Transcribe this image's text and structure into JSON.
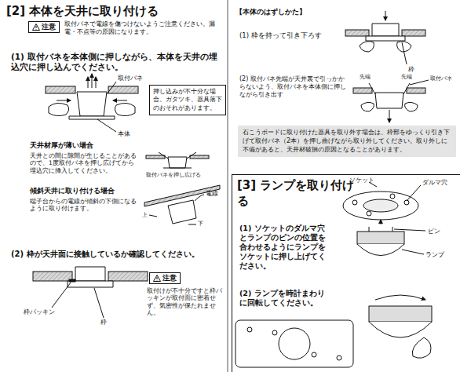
{
  "diagram": {
    "title": "[2] 本体を天井に取り付ける",
    "nodes": [
      {
        "text": [
          "注意"
        ]
      },
      {
        "text": [
          "押し込みが不十分な場合、ガタツキ、器具落下のおそれがあります。"
        ]
      },
      {
        "text": [
          "注意"
        ]
      },
      {
        "text": [
          "石こうボードに取り付けた器具を取り外す場合は、枠部をゆっくり引き下げて取付バネ（2本）を押し曲げながら取り外してください。取り外しに不備があると、天井材破損の原因となることがあります。"
        ]
      },
      {
        "text": [
          "[3] ランプを取り付ける"
        ]
      }
    ],
    "labels": [
      "取付バネで電線を傷つけないようご注意ください。漏電・不点等の原因になります。",
      "(1) 取付バネを本体側に押しながら、本体を天井の埋込穴に押し込んでください。",
      "取付バネ",
      "本体",
      "天井材厚が薄い場合",
      "天井との間に隙間が生じることがあるので、1度取付バネを押し広げてから埋込穴に挿入してください。",
      "取付バネを押し広げる",
      "傾斜天井に取り付ける場合",
      "端子台からの電線が傾斜の下側になるように取り付けます。",
      "電線",
      "上",
      "下",
      "(2) 枠が天井面に接触しているか確認してください。",
      "枠パッキン",
      "枠",
      "取付けが不十分ですと枠パッキンが取付面に密着せず、気密性が保たれません。",
      "【本体のはずしかた】",
      "(1) 枠を持って引き下ろす",
      "枠",
      "先端",
      "先端",
      "取付バネ",
      "(2) 取付バネ先端が天井裏で引っかからないよう、取付バネを本体側に押しながら引き出す",
      "ソケット",
      "ダルマ穴",
      "ピン",
      "ランプ",
      "(1) ソケットのダルマ穴とランプのピンの位置を合わせるようにランプをソケットに押し上げてください。",
      "(2) ランプを時計まわりに回転してください。"
    ]
  }
}
